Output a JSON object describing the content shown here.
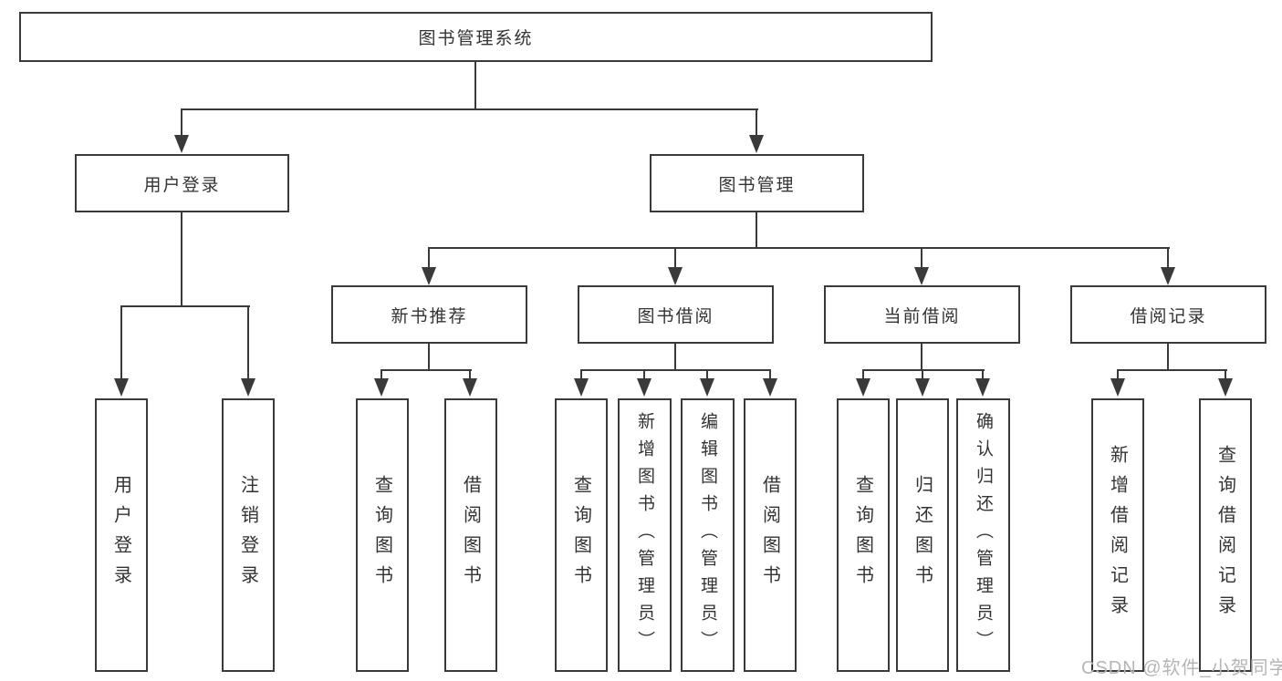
{
  "diagram": {
    "root": {
      "label": "图书管理系统"
    },
    "login": {
      "label": "用户登录",
      "children": [
        {
          "label": "用户登录"
        },
        {
          "label": "注销登录"
        }
      ]
    },
    "mgmt": {
      "label": "图书管理"
    },
    "newbook": {
      "label": "新书推荐",
      "children": [
        {
          "label": "查询图书"
        },
        {
          "label": "借阅图书"
        }
      ]
    },
    "borrow": {
      "label": "图书借阅",
      "children": [
        {
          "label": "查询图书"
        },
        {
          "label": "新增图书（管理员）"
        },
        {
          "label": "编辑图书（管理员）"
        },
        {
          "label": "借阅图书"
        }
      ]
    },
    "current": {
      "label": "当前借阅",
      "children": [
        {
          "label": "查询图书"
        },
        {
          "label": "归还图书"
        },
        {
          "label": "确认归还（管理员）"
        }
      ]
    },
    "records": {
      "label": "借阅记录",
      "children": [
        {
          "label": "新增借阅记录"
        },
        {
          "label": "查询借阅记录"
        }
      ]
    }
  },
  "watermark": {
    "text": "CSDN @软件_小贺同学"
  },
  "colors": {
    "line": "#3a3a3a",
    "text": "#333333",
    "watermark": "#b5b5b5",
    "background": "#ffffff"
  }
}
